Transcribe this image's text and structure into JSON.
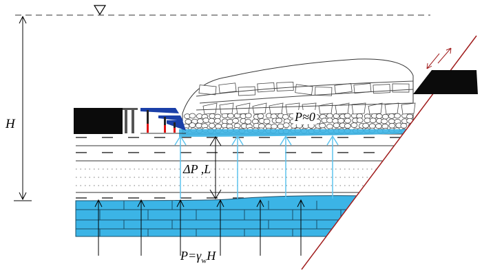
{
  "labels": {
    "head": "H",
    "pressure_goaf": "P≈0",
    "pressure_diff": "ΔP ,L",
    "pressure_aquifer": "P=γ",
    "pressure_aquifer_sub": "w",
    "pressure_aquifer_tail": "H"
  },
  "colors": {
    "water": "#3bb4e6",
    "water_arrow": "#5cc3ee",
    "fault": "#a01c1c",
    "support": "#1a3fa8",
    "leg": "#e01010"
  },
  "icons": [
    "water-level-triangle-icon",
    "fault-slip-arrow-icon"
  ]
}
